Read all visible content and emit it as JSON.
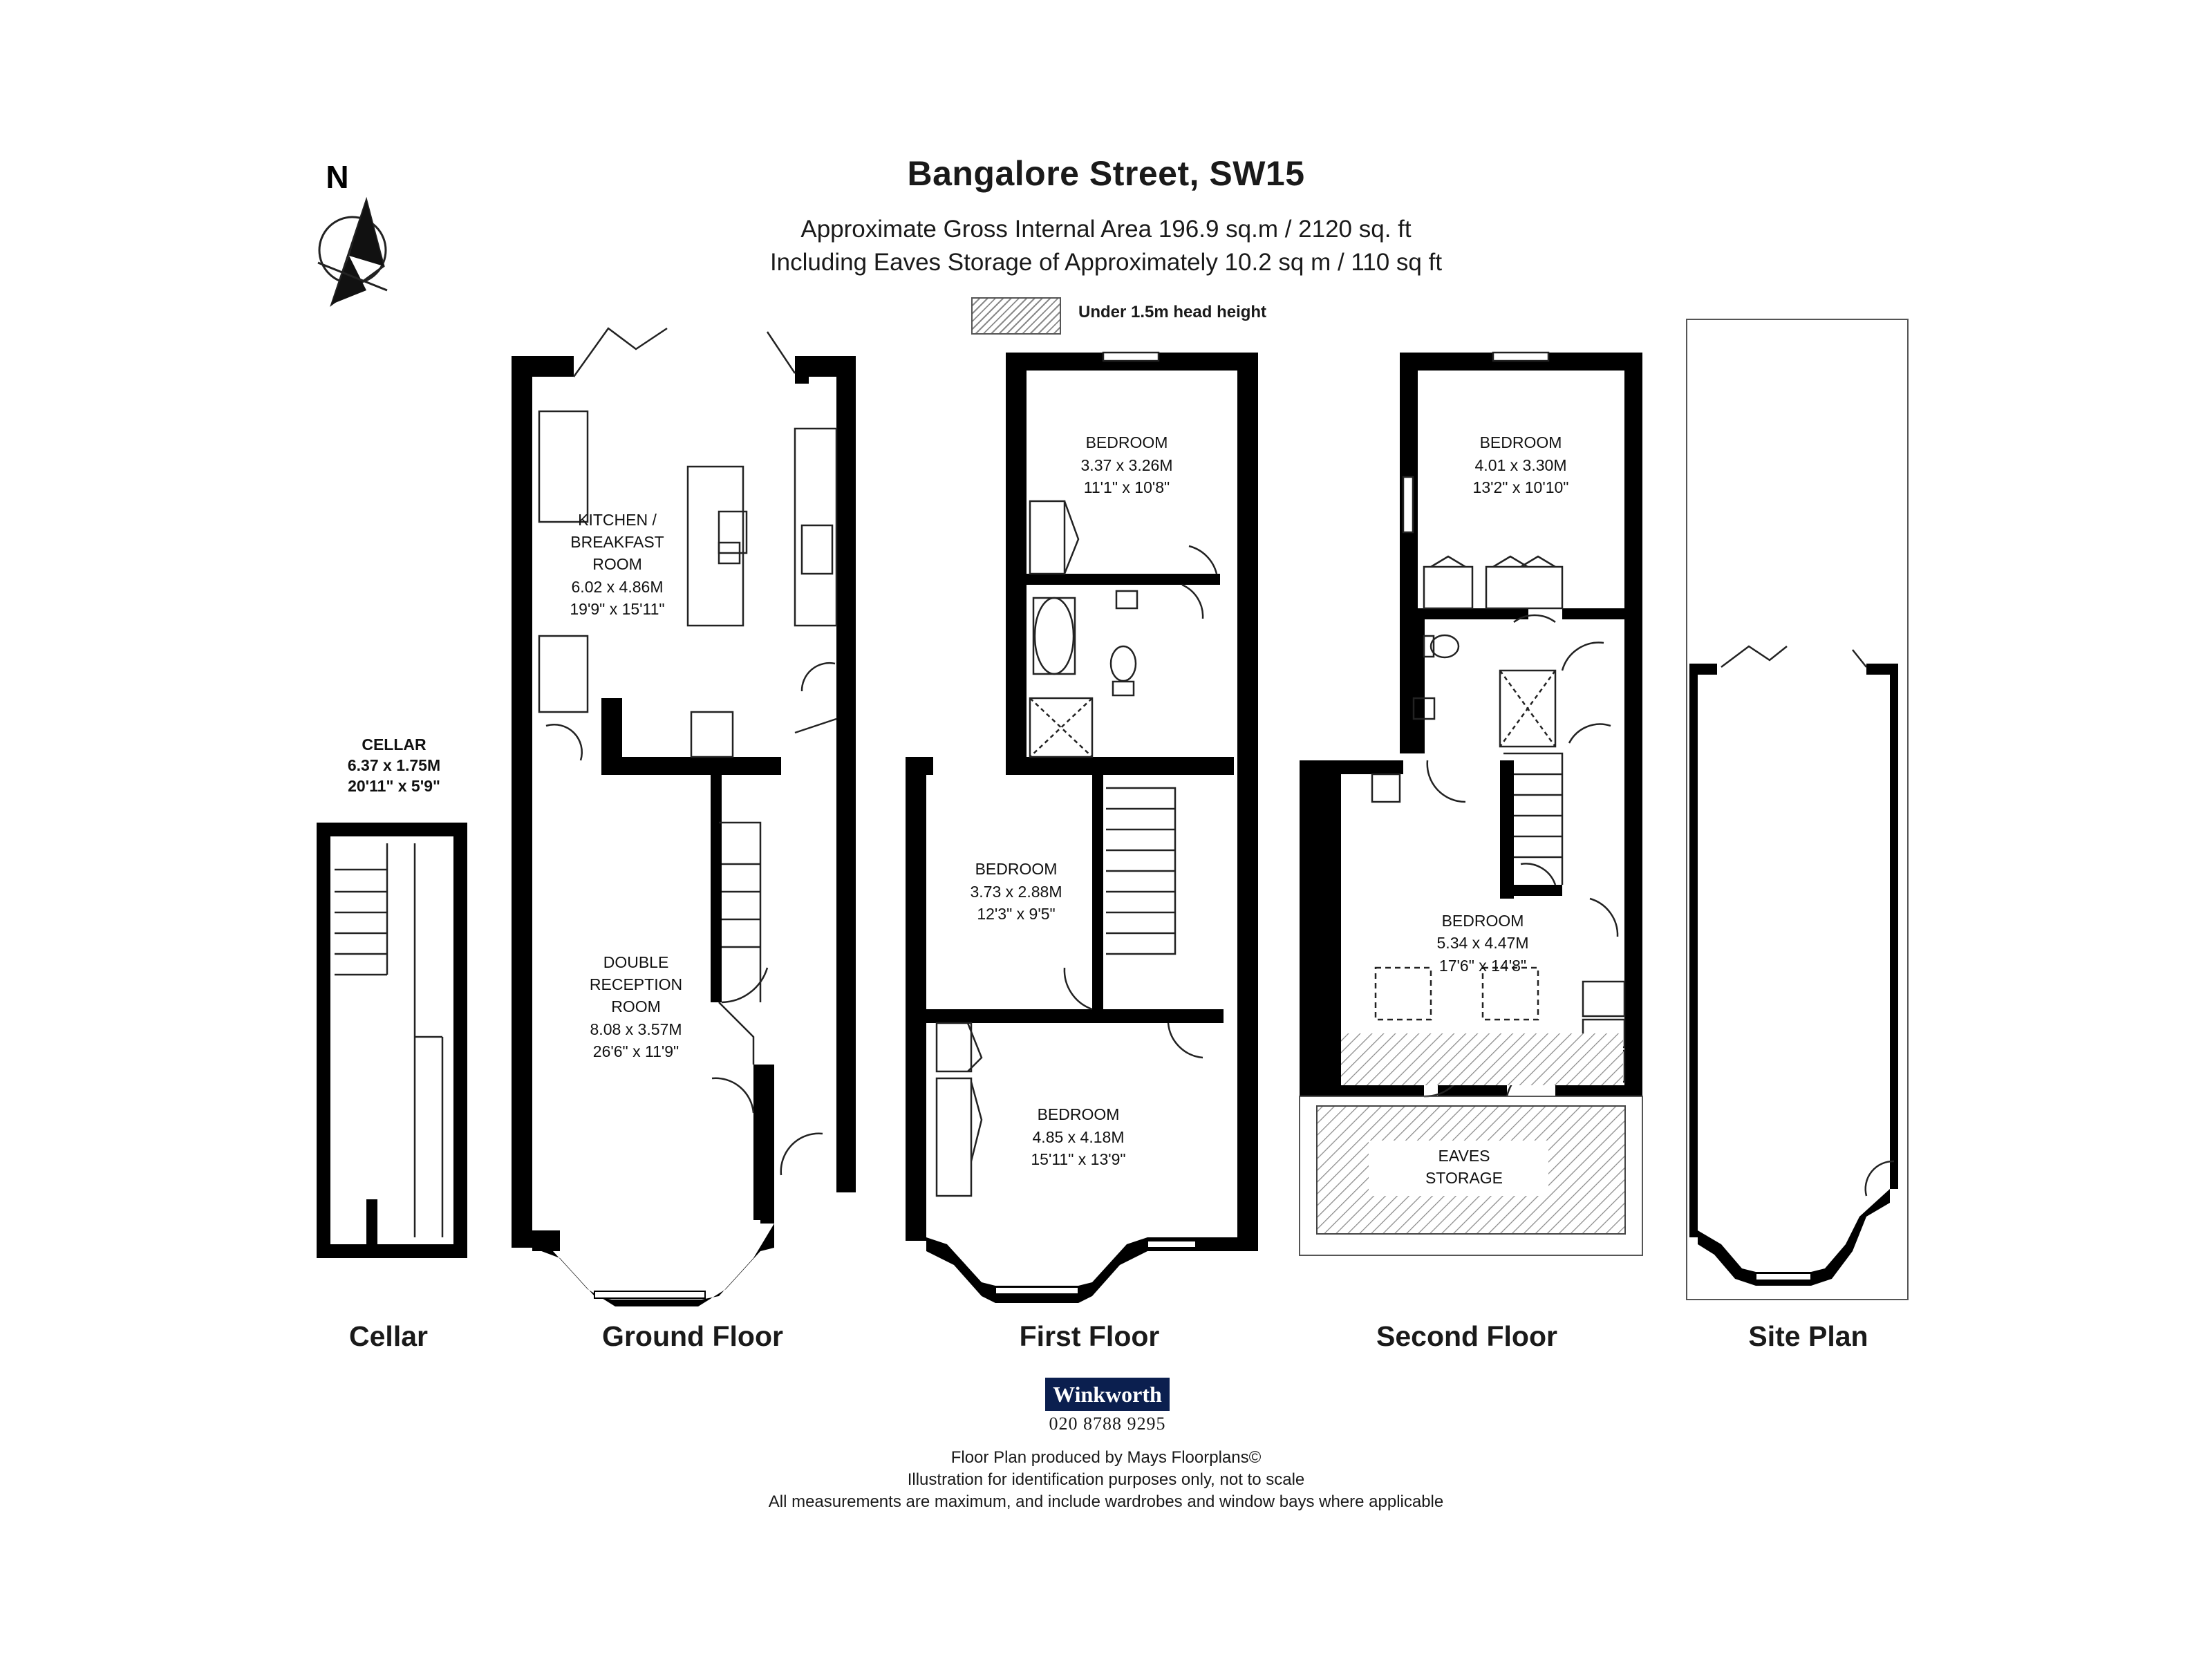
{
  "header": {
    "title": "Bangalore Street, SW15",
    "area_line_1": "Approximate Gross Internal Area 196.9 sq.m  /  2120 sq. ft",
    "area_line_2": "Including Eaves Storage of Approximately 10.2 sq m  /  110 sq ft"
  },
  "legend": {
    "label": "Under 1.5m head height"
  },
  "compass": {
    "label": "N"
  },
  "floors": {
    "cellar": {
      "label": "Cellar",
      "rooms": [
        {
          "name": "CELLAR",
          "metric": "6.37 x 1.75M",
          "imperial": "20'11\" x 5'9\""
        }
      ]
    },
    "ground": {
      "label": "Ground Floor",
      "rooms": [
        {
          "name_1": "KITCHEN /",
          "name_2": "BREAKFAST",
          "name_3": "ROOM",
          "metric": "6.02 x 4.86M",
          "imperial": "19'9\" x 15'11\""
        },
        {
          "name_1": "DOUBLE",
          "name_2": "RECEPTION",
          "name_3": "ROOM",
          "metric": "8.08 x 3.57M",
          "imperial": "26'6\" x 11'9\""
        }
      ]
    },
    "first": {
      "label": "First Floor",
      "rooms": [
        {
          "name": "BEDROOM",
          "metric": "3.37 x 3.26M",
          "imperial": "11'1\" x 10'8\""
        },
        {
          "name": "BEDROOM",
          "metric": "3.73 x 2.88M",
          "imperial": "12'3\" x 9'5\""
        },
        {
          "name": "BEDROOM",
          "metric": "4.85 x 4.18M",
          "imperial": "15'11\" x 13'9\""
        }
      ]
    },
    "second": {
      "label": "Second Floor",
      "rooms": [
        {
          "name": "BEDROOM",
          "metric": "4.01 x 3.30M",
          "imperial": "13'2\" x 10'10\""
        },
        {
          "name": "BEDROOM",
          "metric": "5.34 x 4.47M",
          "imperial": "17'6\" x 14'8\""
        },
        {
          "name_1": "EAVES",
          "name_2": "STORAGE"
        }
      ]
    },
    "site": {
      "label": "Site Plan"
    }
  },
  "footer": {
    "brand": "Winkworth",
    "phone": "020 8788 9295",
    "line_1": "Floor Plan produced by Mays Floorplans©",
    "line_2": "Illustration for identification purposes only, not to scale",
    "line_3": "All measurements are maximum, and include wardrobes and window bays where applicable"
  },
  "colors": {
    "wall": "#000000",
    "hatch": "#8a8a8a",
    "brand_bg": "#0b1f4f"
  }
}
